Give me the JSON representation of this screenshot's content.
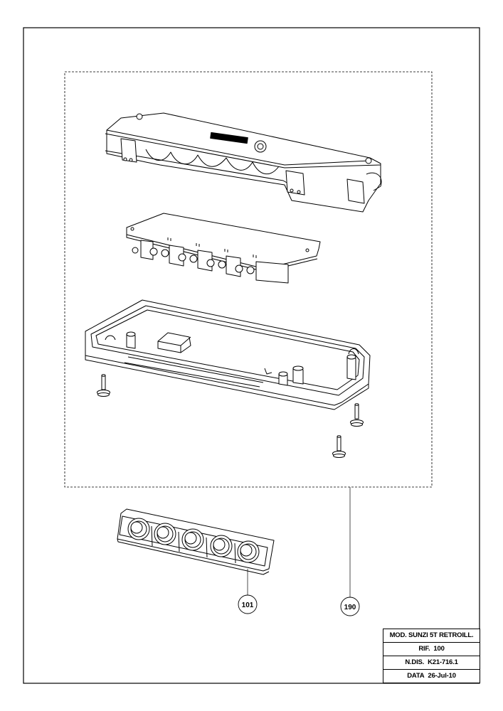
{
  "drawing": {
    "callouts": [
      {
        "id": "keypad",
        "number": "101"
      },
      {
        "id": "assembly",
        "number": "190"
      }
    ]
  },
  "title_block": {
    "model": "MOD. SUNZI 5T RETROILL.",
    "ref_label": "RIF.",
    "ref_value": "100",
    "drawing_no_label": "N.DIS.",
    "drawing_no_value": "K21-716.1",
    "date_label": "DATA",
    "date_value": "26-Jul-10"
  }
}
